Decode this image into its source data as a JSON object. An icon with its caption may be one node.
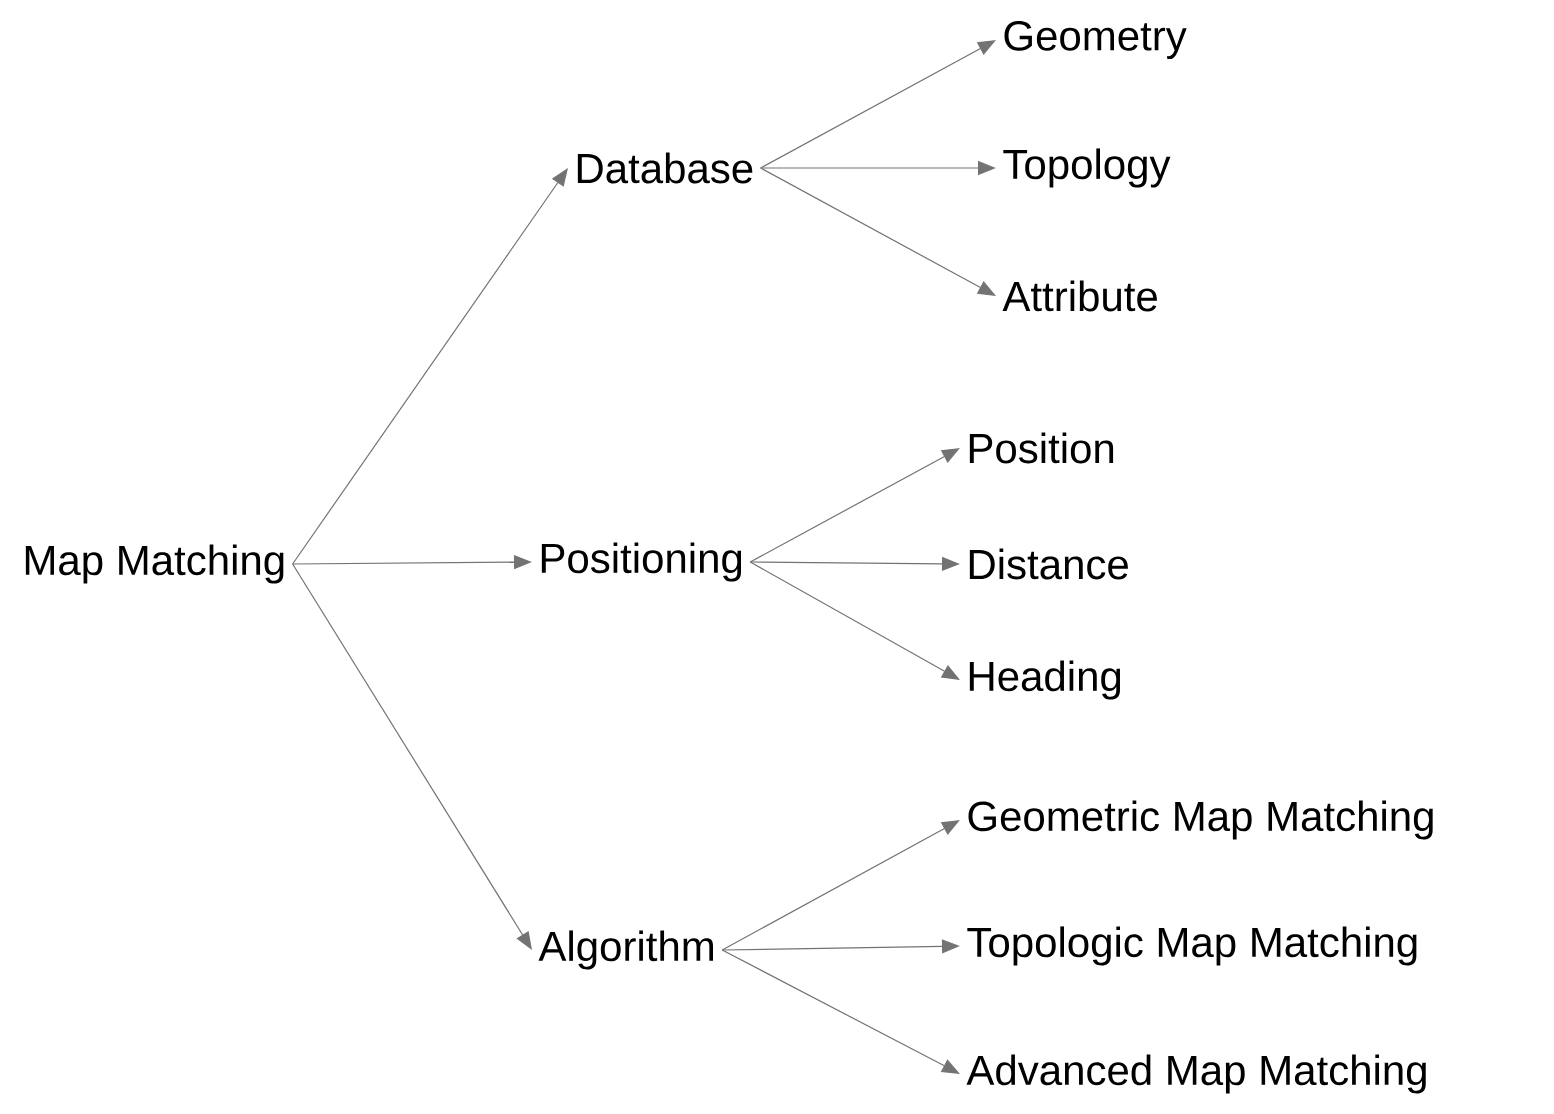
{
  "diagram": {
    "nodes": [
      {
        "text": [
          "Map Matching"
        ]
      },
      {
        "text": [
          "Database"
        ]
      },
      {
        "text": [
          "Positioning"
        ]
      },
      {
        "text": [
          "Algorithm"
        ]
      },
      {
        "text": [
          "Geometry"
        ]
      },
      {
        "text": [
          "Topology"
        ]
      },
      {
        "text": [
          "Attribute"
        ]
      },
      {
        "text": [
          "Position"
        ]
      },
      {
        "text": [
          "Distance"
        ]
      },
      {
        "text": [
          "Heading"
        ]
      },
      {
        "text": [
          "Geometric Map Matching"
        ]
      },
      {
        "text": [
          "Topologic Map Matching"
        ]
      },
      {
        "text": [
          "Advanced Map Matching"
        ]
      }
    ],
    "edges": [
      {
        "from": 0,
        "to": 1,
        "arrow": "to"
      },
      {
        "from": 0,
        "to": 2,
        "arrow": "to"
      },
      {
        "from": 0,
        "to": 3,
        "arrow": "to"
      },
      {
        "from": 1,
        "to": 4,
        "arrow": "to"
      },
      {
        "from": 1,
        "to": 5,
        "arrow": "to"
      },
      {
        "from": 1,
        "to": 6,
        "arrow": "to"
      },
      {
        "from": 2,
        "to": 7,
        "arrow": "to"
      },
      {
        "from": 2,
        "to": 8,
        "arrow": "to"
      },
      {
        "from": 2,
        "to": 9,
        "arrow": "to"
      },
      {
        "from": 3,
        "to": 10,
        "arrow": "to"
      },
      {
        "from": 3,
        "to": 11,
        "arrow": "to"
      },
      {
        "from": 3,
        "to": 12,
        "arrow": "to"
      }
    ]
  }
}
